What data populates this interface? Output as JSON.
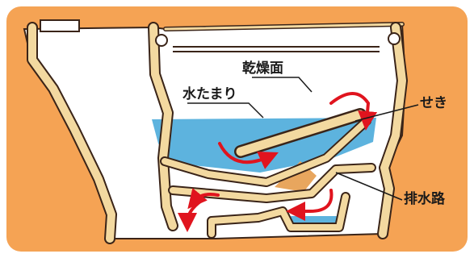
{
  "diagram": {
    "labels": {
      "dry_surface": "乾燥面",
      "water_pool": "水たまり",
      "weir": "せき",
      "drain_path": "排水路"
    },
    "colors": {
      "background": "#F5A354",
      "water": "#5DB3DE",
      "bowl_outline": "#F3D9A0",
      "stroke": "#3a2418",
      "arrow": "#E0141E",
      "drain_interior": "#E8A65E",
      "white": "#FFFFFF"
    }
  }
}
